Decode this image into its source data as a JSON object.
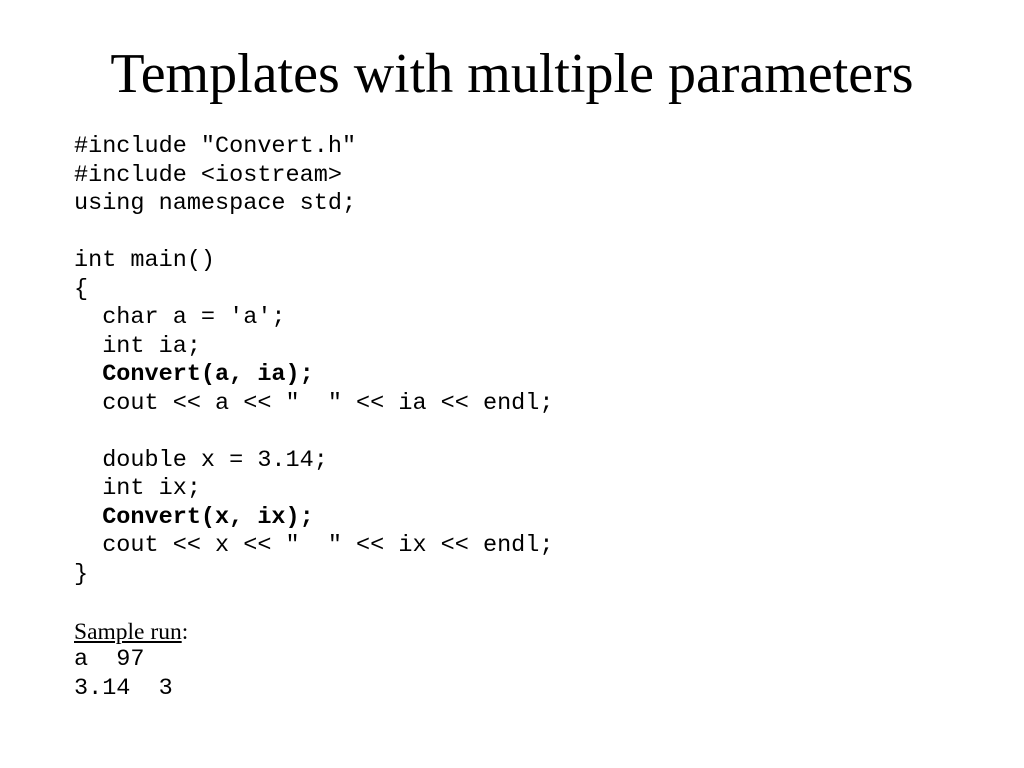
{
  "slide": {
    "title": "Templates with multiple parameters",
    "code_lines": [
      {
        "text": "#include \"Convert.h\"",
        "bold": false
      },
      {
        "text": "#include <iostream>",
        "bold": false
      },
      {
        "text": "using namespace std;",
        "bold": false
      },
      {
        "text": "",
        "bold": false
      },
      {
        "text": "int main()",
        "bold": false
      },
      {
        "text": "{",
        "bold": false
      },
      {
        "text": "  char a = 'a';",
        "bold": false
      },
      {
        "text": "  int ia;",
        "bold": false
      },
      {
        "text": "  Convert(a, ia);",
        "bold": true
      },
      {
        "text": "  cout << a << \"  \" << ia << endl;",
        "bold": false
      },
      {
        "text": "",
        "bold": false
      },
      {
        "text": "  double x = 3.14;",
        "bold": false
      },
      {
        "text": "  int ix;",
        "bold": false
      },
      {
        "text": "  Convert(x, ix);",
        "bold": true
      },
      {
        "text": "  cout << x << \"  \" << ix << endl;",
        "bold": false
      },
      {
        "text": "}",
        "bold": false
      },
      {
        "text": "",
        "bold": false
      }
    ],
    "sample_run_label": "Sample run",
    "sample_run_colon": ":",
    "output_lines": [
      "a  97",
      "3.14  3"
    ]
  }
}
